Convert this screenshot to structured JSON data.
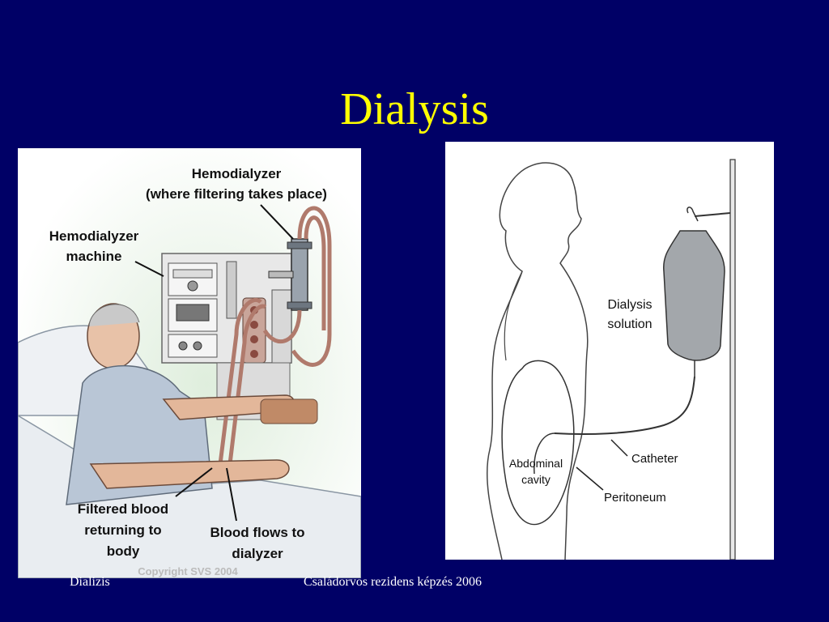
{
  "slide": {
    "title": "Dialysis",
    "footer_left": "Dializis",
    "footer_center": "Családorvos rezidens képzés 2006"
  },
  "left_figure": {
    "label_hemodialyzer_line1": "Hemodialyzer",
    "label_hemodialyzer_line2": "(where filtering takes place)",
    "label_machine_line1": "Hemodialyzer",
    "label_machine_line2": "machine",
    "label_filtered_line1": "Filtered blood",
    "label_filtered_line2": "returning to",
    "label_filtered_line3": "body",
    "label_flows_line1": "Blood flows to",
    "label_flows_line2": "dialyzer",
    "copyright": "Copyright SVS 2004"
  },
  "right_figure": {
    "label_solution_line1": "Dialysis",
    "label_solution_line2": "solution",
    "label_catheter": "Catheter",
    "label_abdominal_line1": "Abdominal",
    "label_abdominal_line2": "cavity",
    "label_peritoneum": "Peritoneum"
  },
  "colors": {
    "background": "#000066",
    "title": "#ffff00",
    "footer": "#ffffff"
  }
}
